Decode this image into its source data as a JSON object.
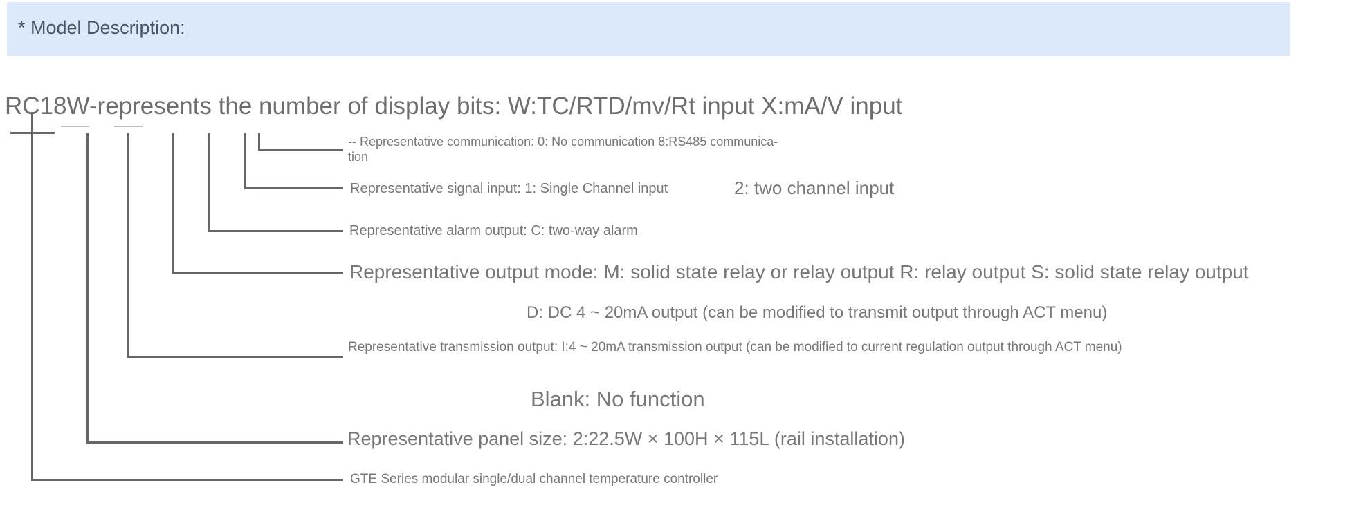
{
  "banner": {
    "label": "* Model Description:"
  },
  "model_line": "RC18W-represents the number of display bits: W:TC/RTD/mv/Rt input X:mA/V input",
  "items": {
    "communication": "-- Representative communication: 0: No communication 8:RS485 communica-\ntion",
    "signal_input": "Representative signal input: 1: Single Channel input",
    "signal_input_2": "2: two channel input",
    "alarm_output": "Representative alarm output: C: two-way alarm",
    "output_mode": "Representative output mode: M: solid state relay or relay output R: relay output S: solid state relay output",
    "output_mode_d": "D: DC 4 ~ 20mA output (can be modified to transmit output through ACT menu)",
    "transmission": "Representative transmission output: I:4 ~ 20mA transmission output (can be modified to current regulation output through ACT menu)",
    "blank": "Blank: No function",
    "panel_size": "Representative panel size: 2:22.5W × 100H × 115L (rail installation)",
    "series": "GTE Series modular single/dual channel temperature controller"
  }
}
